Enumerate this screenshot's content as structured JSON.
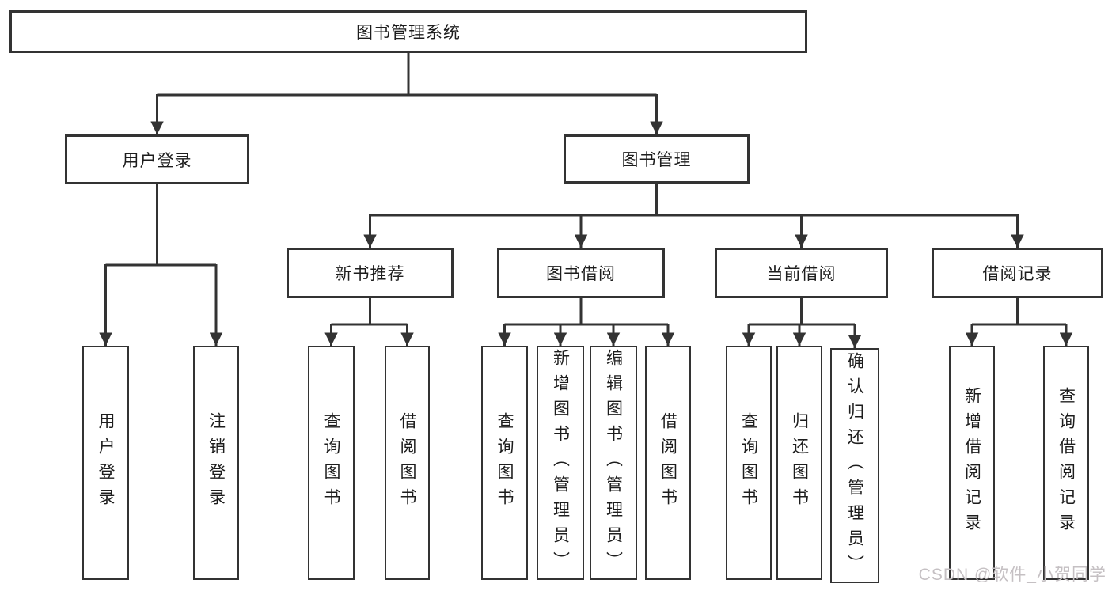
{
  "diagram": {
    "root": {
      "label": "图书管理系统"
    },
    "children": [
      {
        "label": "用户登录",
        "children": [
          {
            "label": "用户登录"
          },
          {
            "label": "注销登录"
          }
        ]
      },
      {
        "label": "图书管理",
        "children": [
          {
            "label": "新书推荐",
            "children": [
              {
                "label": "查询图书"
              },
              {
                "label": "借阅图书"
              }
            ]
          },
          {
            "label": "图书借阅",
            "children": [
              {
                "label": "查询图书"
              },
              {
                "label": "新增图书（管理员）"
              },
              {
                "label": "编辑图书（管理员）"
              },
              {
                "label": "借阅图书"
              }
            ]
          },
          {
            "label": "当前借阅",
            "children": [
              {
                "label": "查询图书"
              },
              {
                "label": "归还图书"
              },
              {
                "label": "确认归还（管理员）"
              }
            ]
          },
          {
            "label": "借阅记录",
            "children": [
              {
                "label": "新增借阅记录"
              },
              {
                "label": "查询借阅记录"
              }
            ]
          }
        ]
      }
    ]
  },
  "watermark": {
    "text": "CSDN @软件_小贺同学"
  },
  "colors": {
    "line": "#333333",
    "text": "#1d1d1d",
    "box_background": "#ffffff",
    "watermark": "#c5c0c3"
  }
}
